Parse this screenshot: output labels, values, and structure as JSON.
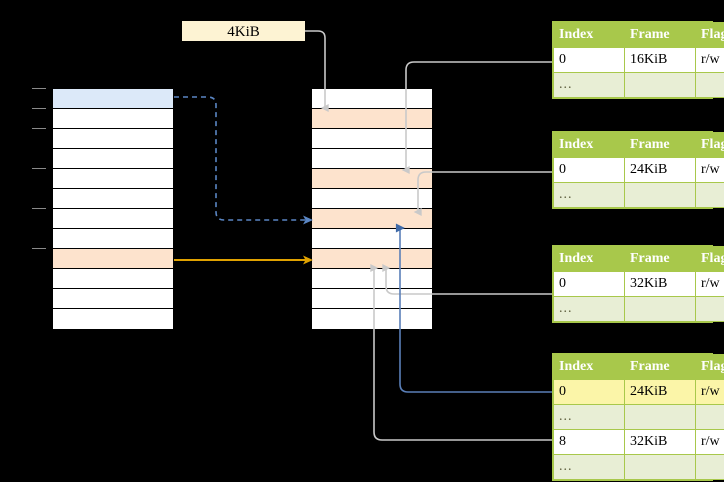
{
  "diagram": {
    "title": "paging-translation-diagram",
    "background_color": "#000000",
    "size_label": {
      "text": "4KiB"
    },
    "colors": {
      "header_green": "#a8c84b",
      "row_alt_green": "#e8eed5",
      "highlight_yellow": "#fbf5a8",
      "cell_blue": "#dce9f9",
      "cell_peach": "#fde3cd",
      "label_cream": "#fdf3d3",
      "arrow_blue": "#5a7fb8",
      "arrow_orange": "#e8a317",
      "arrow_gray": "#bdbdbd"
    }
  },
  "virtual_column": {
    "name": "virtual-address-space",
    "row_count": 12,
    "rows": [
      {
        "index": 0,
        "fill": "blue"
      },
      {
        "index": 1,
        "fill": "white"
      },
      {
        "index": 2,
        "fill": "white"
      },
      {
        "index": 3,
        "fill": "white"
      },
      {
        "index": 4,
        "fill": "white"
      },
      {
        "index": 5,
        "fill": "white"
      },
      {
        "index": 6,
        "fill": "white"
      },
      {
        "index": 7,
        "fill": "white"
      },
      {
        "index": 8,
        "fill": "peach"
      },
      {
        "index": 9,
        "fill": "white"
      },
      {
        "index": 10,
        "fill": "white"
      },
      {
        "index": 11,
        "fill": "white"
      }
    ]
  },
  "physical_column": {
    "name": "physical-memory",
    "row_count": 12,
    "rows": [
      {
        "index": 0,
        "fill": "white"
      },
      {
        "index": 1,
        "fill": "peach"
      },
      {
        "index": 2,
        "fill": "white"
      },
      {
        "index": 3,
        "fill": "white"
      },
      {
        "index": 4,
        "fill": "peach"
      },
      {
        "index": 5,
        "fill": "white"
      },
      {
        "index": 6,
        "fill": "peach"
      },
      {
        "index": 7,
        "fill": "white"
      },
      {
        "index": 8,
        "fill": "peach"
      },
      {
        "index": 9,
        "fill": "white"
      },
      {
        "index": 10,
        "fill": "white"
      },
      {
        "index": 11,
        "fill": "white"
      }
    ]
  },
  "page_tables": [
    {
      "id": "page-table-1",
      "columns": [
        "Index",
        "Frame",
        "Flags"
      ],
      "rows": [
        {
          "type": "data",
          "index": "0",
          "frame": "16KiB",
          "flags": "r/w",
          "highlight": false
        },
        {
          "type": "ellipsis",
          "index": "...",
          "frame": "",
          "flags": ""
        }
      ]
    },
    {
      "id": "page-table-2",
      "columns": [
        "Index",
        "Frame",
        "Flags"
      ],
      "rows": [
        {
          "type": "data",
          "index": "0",
          "frame": "24KiB",
          "flags": "r/w",
          "highlight": false
        },
        {
          "type": "ellipsis",
          "index": "...",
          "frame": "",
          "flags": ""
        }
      ]
    },
    {
      "id": "page-table-3",
      "columns": [
        "Index",
        "Frame",
        "Flags"
      ],
      "rows": [
        {
          "type": "data",
          "index": "0",
          "frame": "32KiB",
          "flags": "r/w",
          "highlight": false
        },
        {
          "type": "ellipsis",
          "index": "...",
          "frame": "",
          "flags": ""
        }
      ]
    },
    {
      "id": "page-table-4",
      "columns": [
        "Index",
        "Frame",
        "Flags"
      ],
      "rows": [
        {
          "type": "data",
          "index": "0",
          "frame": "24KiB",
          "flags": "r/w",
          "highlight": true
        },
        {
          "type": "ellipsis",
          "index": "...",
          "frame": "",
          "flags": ""
        },
        {
          "type": "data",
          "index": "8",
          "frame": "32KiB",
          "flags": "r/w",
          "highlight": false
        },
        {
          "type": "ellipsis",
          "index": "...",
          "frame": "",
          "flags": ""
        }
      ]
    }
  ]
}
